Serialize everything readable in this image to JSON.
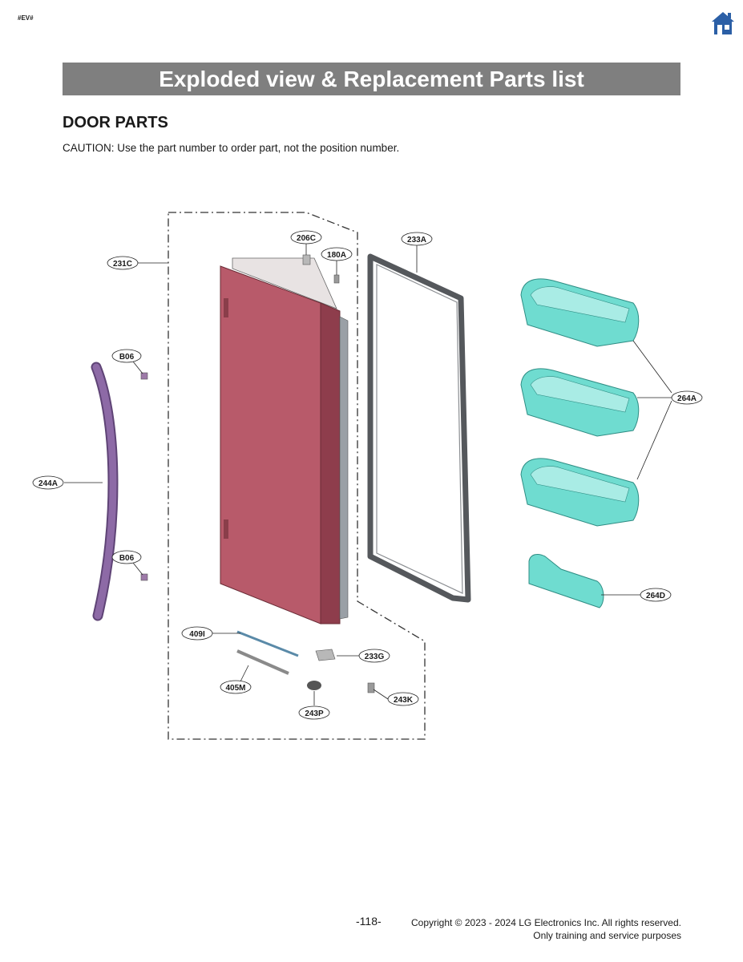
{
  "header": {
    "tag": "#EV#",
    "home_icon": "home-icon",
    "banner_title": "Exploded view & Replacement Parts list"
  },
  "section": {
    "title": "DOOR PARTS",
    "caution": "CAUTION: Use the part number to order part, not the position number."
  },
  "callouts": {
    "c231C": "231C",
    "c206C": "206C",
    "c180A": "180A",
    "c233A": "233A",
    "c264A": "264A",
    "cB06a": "B06",
    "c244A": "244A",
    "cB06b": "B06",
    "c264D": "264D",
    "c409I": "409I",
    "c233G": "233G",
    "c405M": "405M",
    "c243K": "243K",
    "c243P": "243P"
  },
  "colors": {
    "door": "#b85a6a",
    "gasket": "#55585c",
    "bins": "#6fdcd0",
    "handle": "#8d6aa6",
    "banner": "#7f7f7f",
    "home_icon": "#2b5fa6"
  },
  "footer": {
    "page": "-118-",
    "copyright_line1": "Copyright © 2023 - 2024 LG Electronics Inc. All rights reserved.",
    "copyright_line2": "Only training and service purposes"
  }
}
